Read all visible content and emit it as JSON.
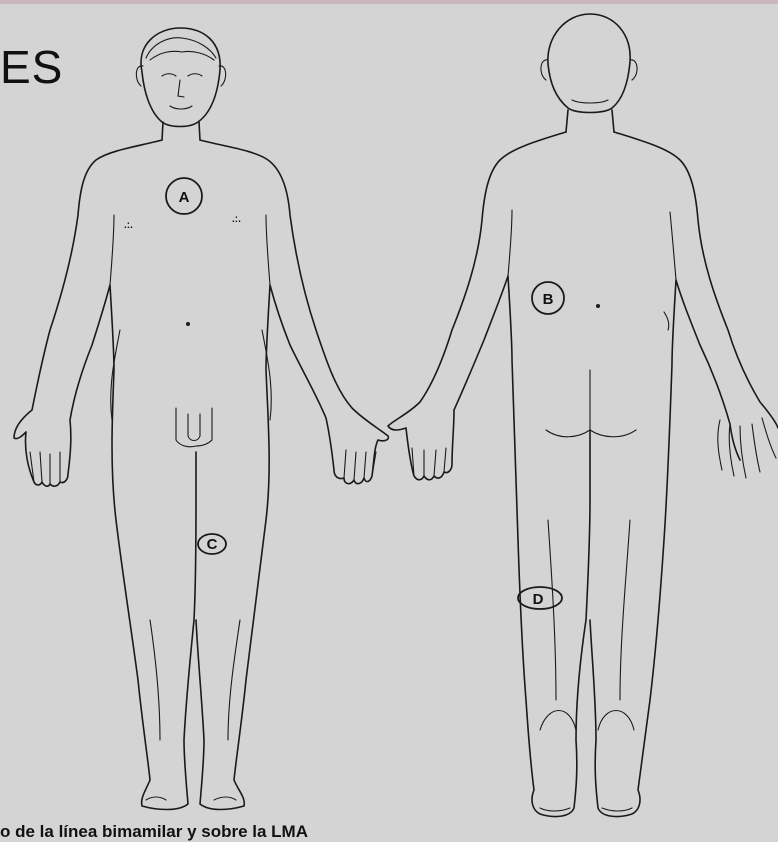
{
  "header": {
    "title_fragment": "ES"
  },
  "markers": {
    "a": "A",
    "b": "B",
    "c": "C",
    "d": "D"
  },
  "caption": {
    "text": "o de la línea bimamilar y sobre la LMA"
  },
  "colors": {
    "background": "#d4d4d4",
    "ink": "#1a1a1a",
    "top_strip": "#c9b7bb"
  }
}
